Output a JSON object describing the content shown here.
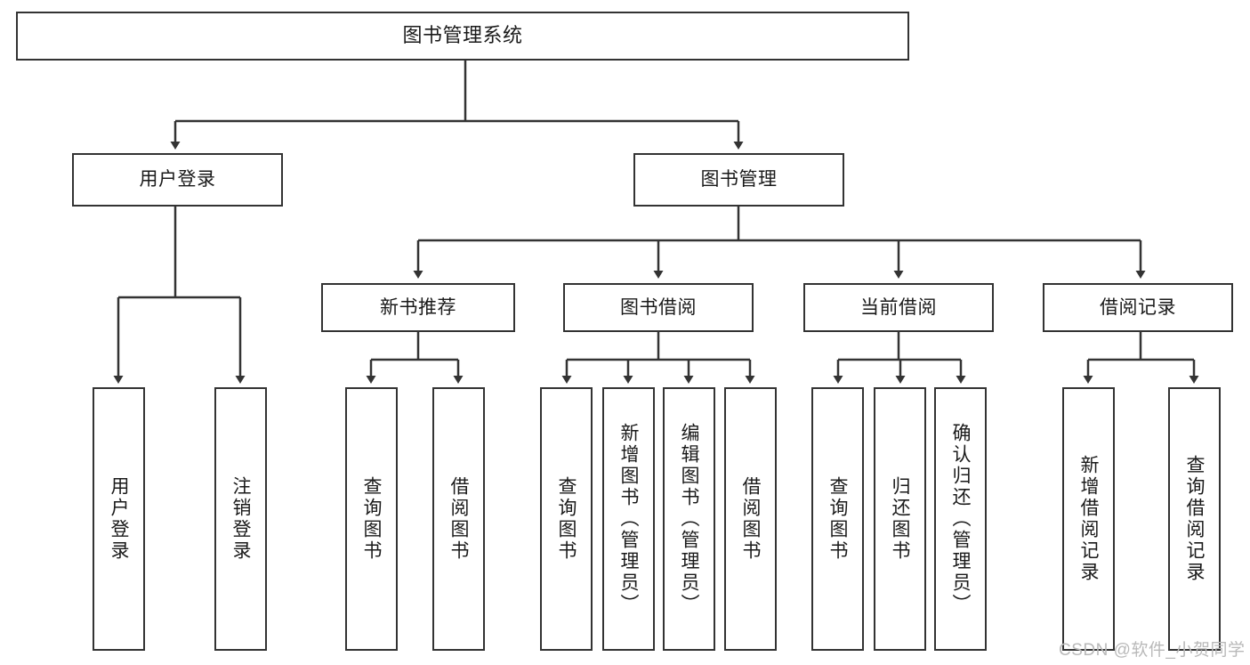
{
  "diagram": {
    "title": "图书管理系统",
    "type": "functional-structure-tree",
    "root": {
      "label": "图书管理系统"
    },
    "level2": [
      {
        "label": "用户登录"
      },
      {
        "label": "图书管理"
      }
    ],
    "level3": [
      {
        "label": "新书推荐"
      },
      {
        "label": "图书借阅"
      },
      {
        "label": "当前借阅"
      },
      {
        "label": "借阅记录"
      }
    ],
    "leaves": {
      "user_login": [
        {
          "label": "用户登录"
        },
        {
          "label": "注销登录"
        }
      ],
      "new_book_recommend": [
        {
          "label": "查询图书"
        },
        {
          "label": "借阅图书"
        }
      ],
      "book_borrow": [
        {
          "label": "查询图书"
        },
        {
          "label": "新增图书（管理员）"
        },
        {
          "label": "编辑图书（管理员）"
        },
        {
          "label": "借阅图书"
        }
      ],
      "current_borrow": [
        {
          "label": "查询图书"
        },
        {
          "label": "归还图书"
        },
        {
          "label": "确认归还（管理员）"
        }
      ],
      "borrow_records": [
        {
          "label": "新增借阅记录"
        },
        {
          "label": "查询借阅记录"
        }
      ]
    }
  },
  "watermark": {
    "text": "CSDN @软件_小贺同学"
  },
  "colors": {
    "border": "#333333",
    "background": "#ffffff",
    "text": "#1a1a1a",
    "watermark": "#b9b9b9"
  }
}
